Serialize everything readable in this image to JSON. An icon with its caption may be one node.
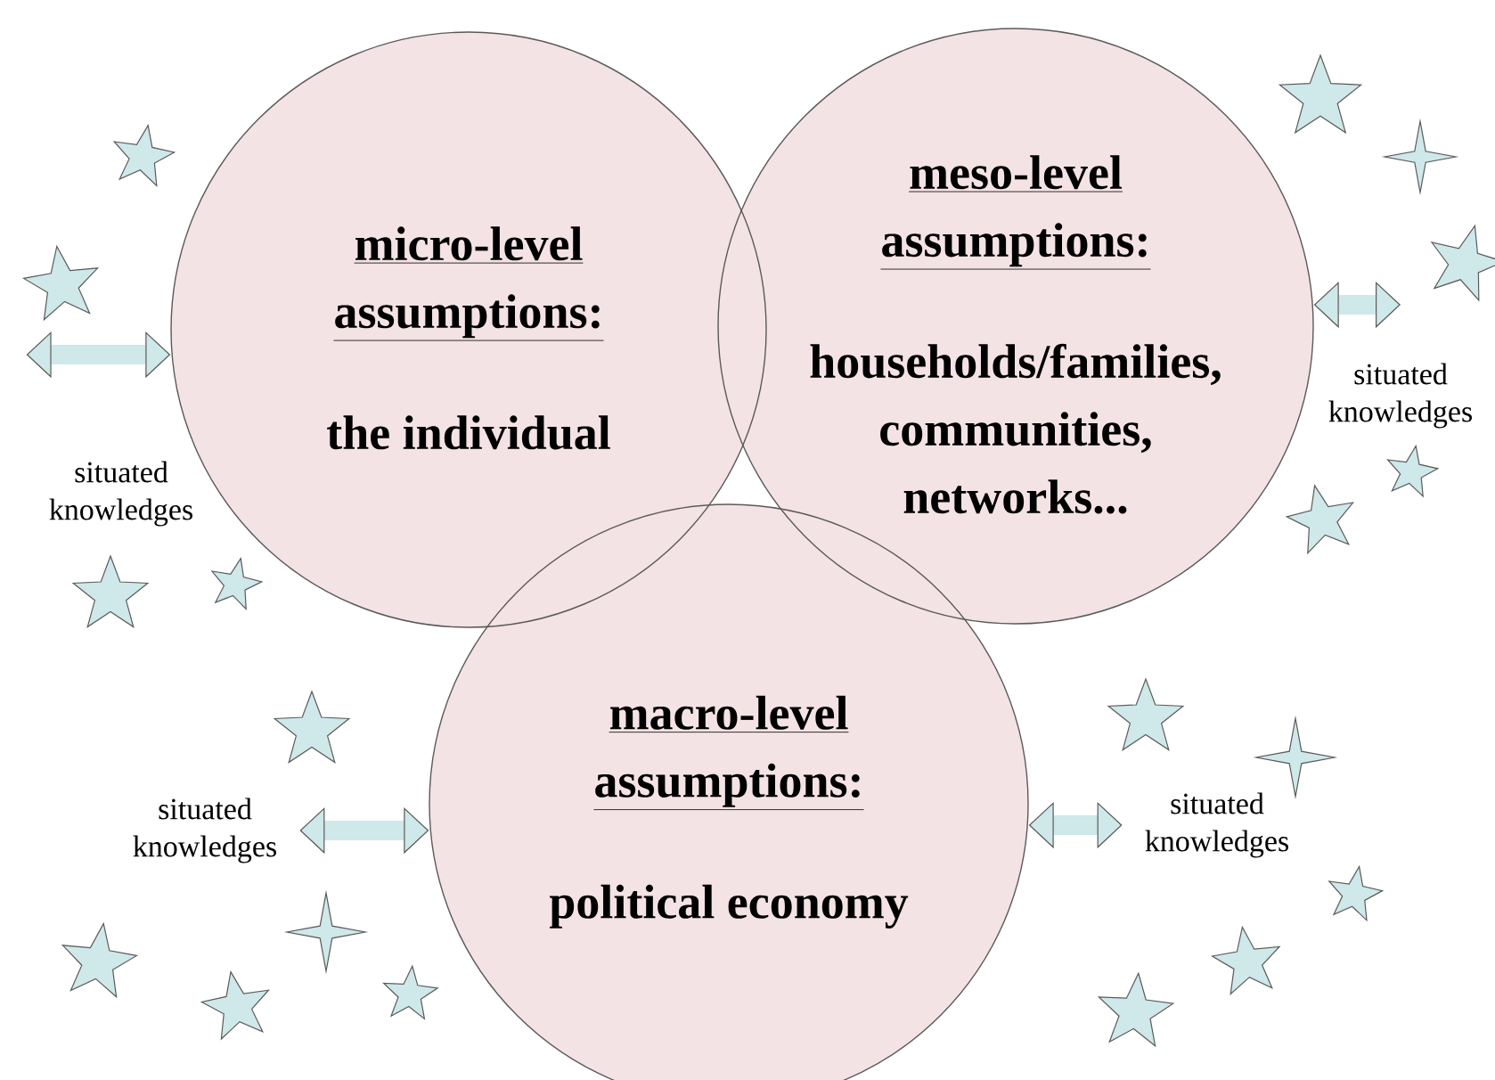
{
  "diagram": {
    "nodes": [
      {
        "text": [
          "micro-level assumptions:",
          "the individual"
        ]
      },
      {
        "text": [
          "meso-level assumptions:",
          "households/families, communities, networks..."
        ]
      },
      {
        "text": [
          "macro-level assumptions:",
          "political economy"
        ]
      },
      {
        "text": [
          "situated knowledges"
        ]
      },
      {
        "text": [
          "situated knowledges"
        ]
      },
      {
        "text": [
          "situated knowledges"
        ]
      },
      {
        "text": [
          "situated knowledges"
        ]
      }
    ],
    "edges": [
      {
        "from": 0,
        "to": 3,
        "arrow": "both"
      },
      {
        "from": 1,
        "to": 4,
        "arrow": "both"
      },
      {
        "from": 2,
        "to": 5,
        "arrow": "both"
      },
      {
        "from": 2,
        "to": 6,
        "arrow": "both"
      }
    ]
  }
}
